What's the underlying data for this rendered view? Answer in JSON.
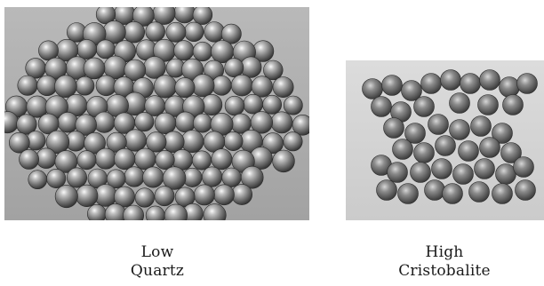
{
  "figures": [
    {
      "caption_line1": "Low",
      "caption_line2": "Quartz"
    },
    {
      "caption_line1": "High",
      "caption_line2": "Cristobalite"
    }
  ]
}
